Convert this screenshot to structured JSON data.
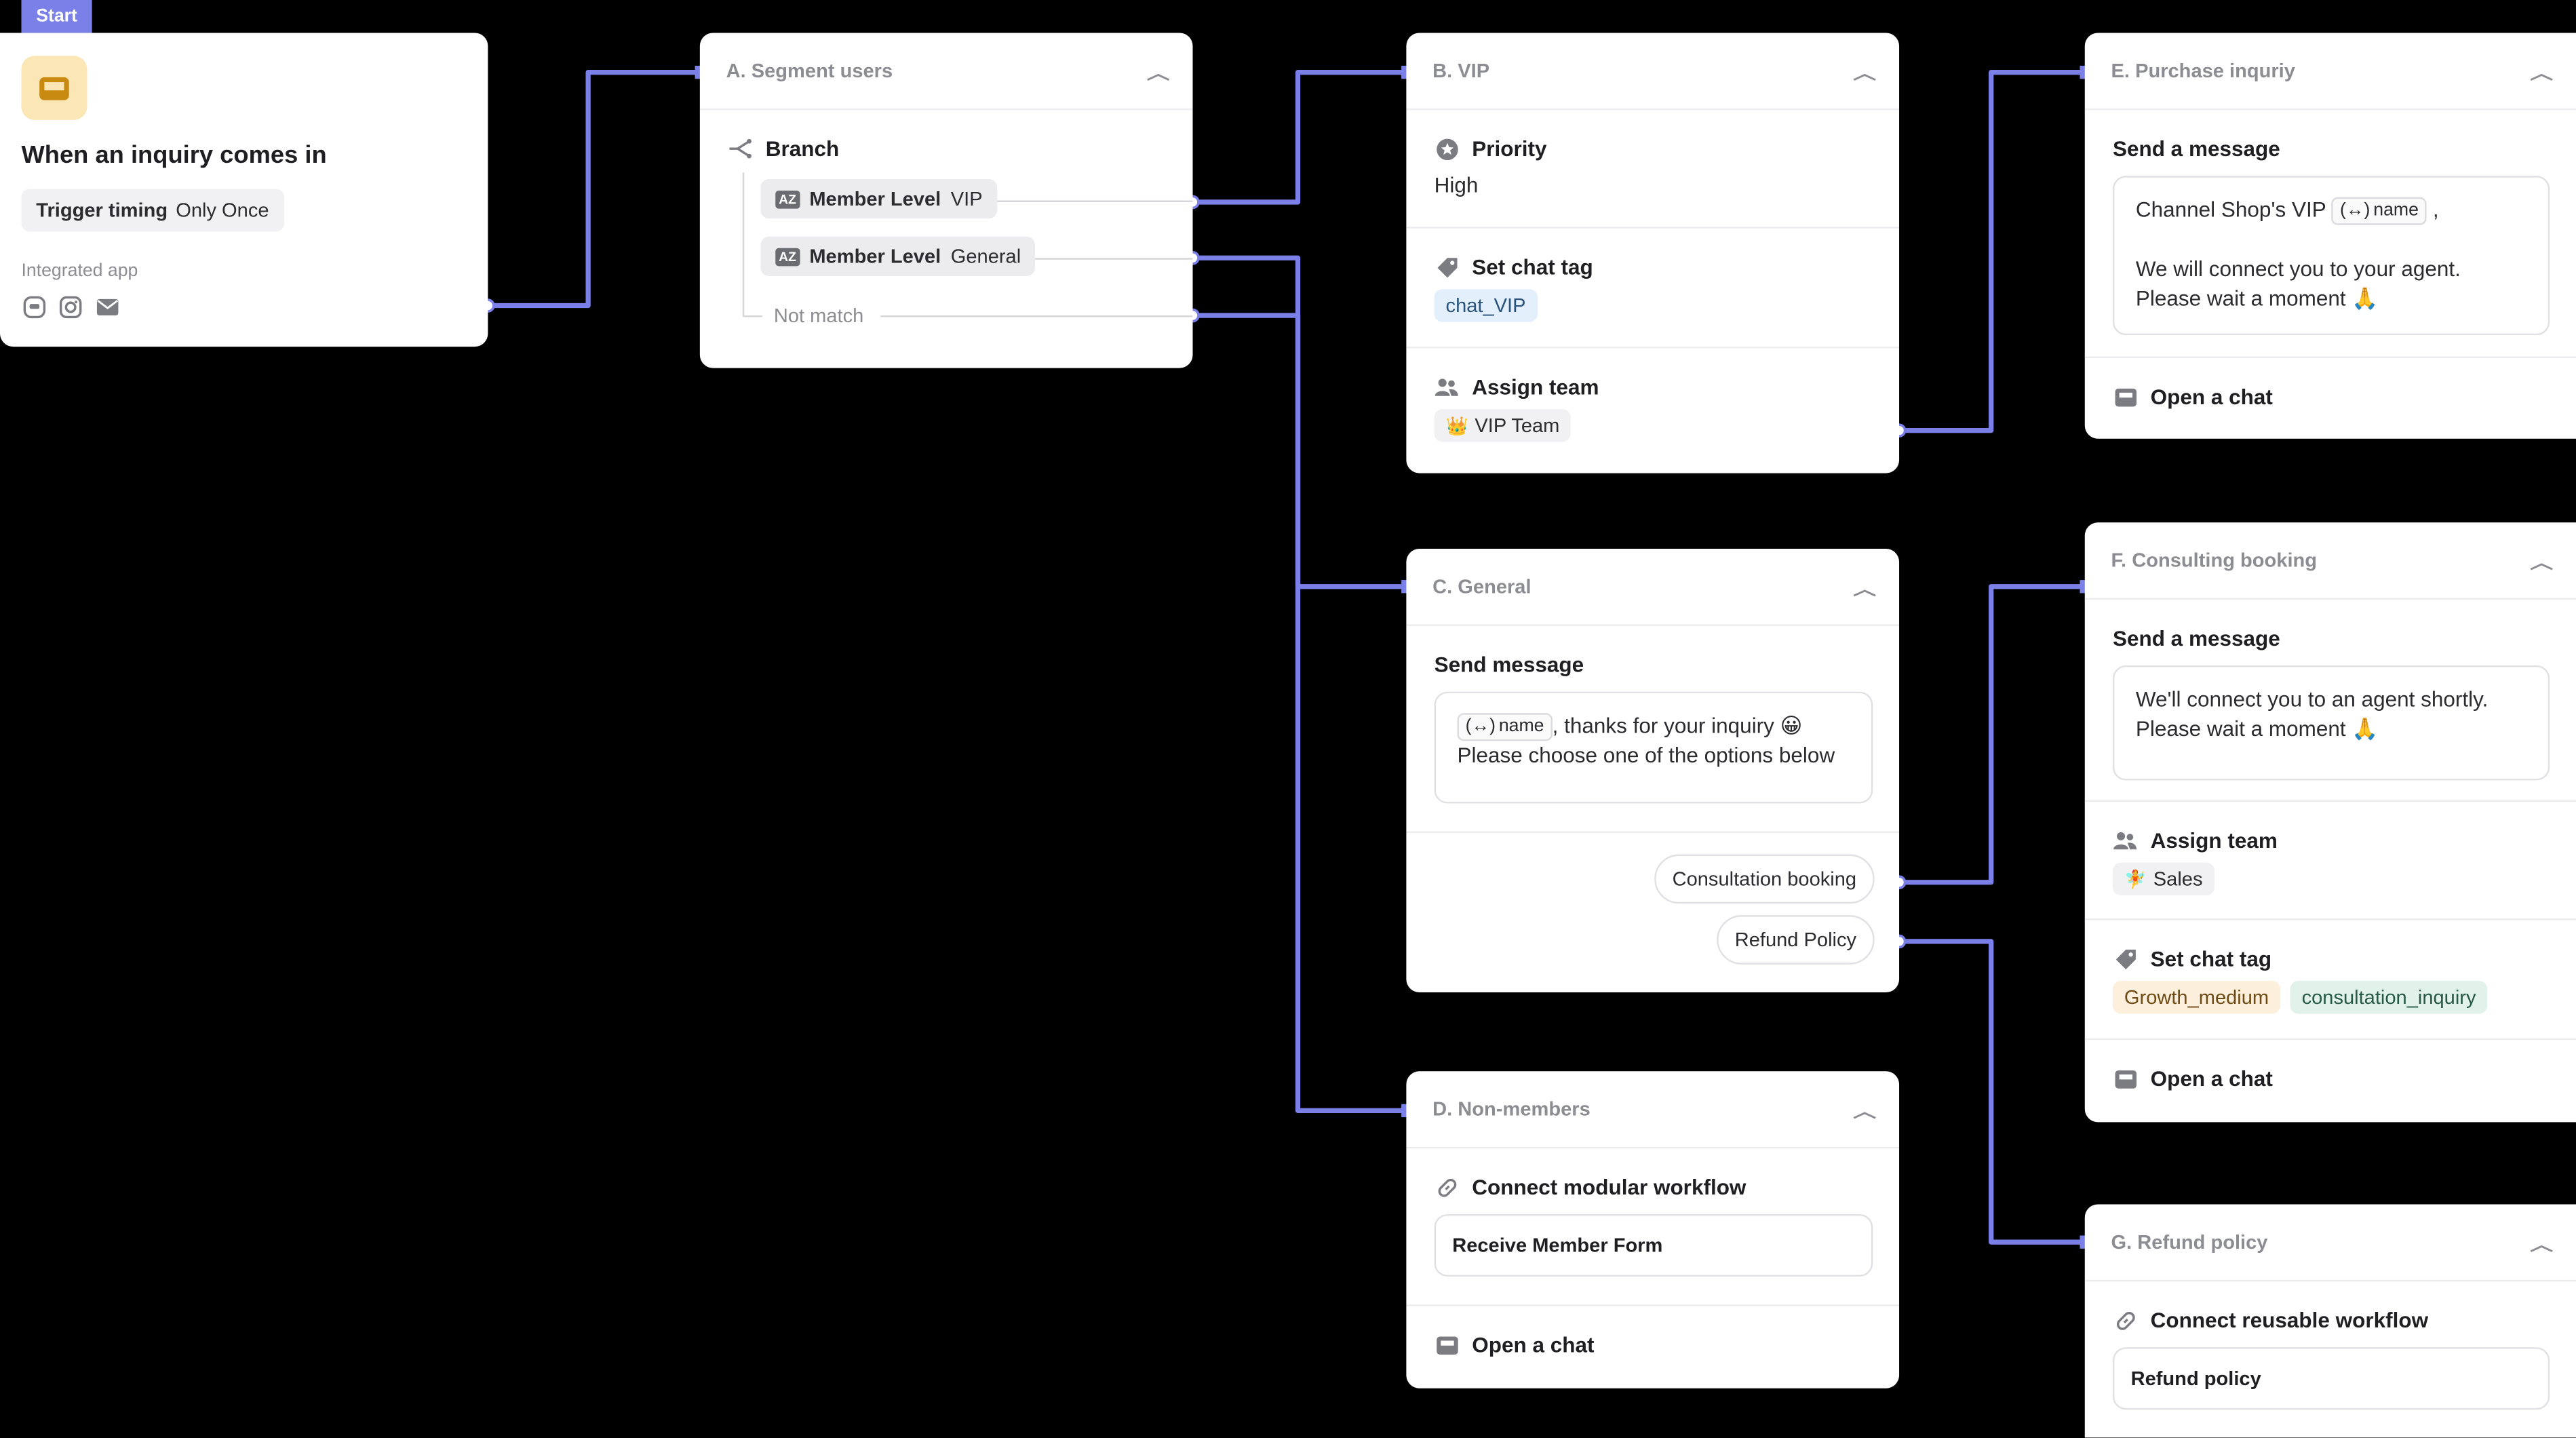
{
  "start": {
    "badge": "Start",
    "title": "When an inquiry comes in",
    "trigger_label": "Trigger timing",
    "trigger_value": "Only Once",
    "integrated_label": "Integrated app",
    "apps": [
      "channel-app-icon",
      "instagram-icon",
      "email-icon"
    ]
  },
  "segment": {
    "header": "A. Segment users",
    "branch_label": "Branch",
    "rows": [
      {
        "key": "Member Level",
        "value": "VIP"
      },
      {
        "key": "Member Level",
        "value": "General"
      }
    ],
    "not_match": "Not match"
  },
  "vip": {
    "header": "B. VIP",
    "priority_label": "Priority",
    "priority_value": "High",
    "chat_tag_label": "Set chat tag",
    "chat_tag": "chat_VIP",
    "assign_label": "Assign team",
    "team": "VIP Team",
    "team_emoji": "👑"
  },
  "general": {
    "header": "C. General",
    "send_label": "Send message",
    "var_name": "name",
    "message_line1": ", thanks for your inquiry 😀",
    "message_line2": "Please choose one of the options below",
    "options": [
      "Consultation booking",
      "Refund Policy"
    ]
  },
  "nonmembers": {
    "header": "D. Non-members",
    "connect_label": "Connect modular workflow",
    "workflow": "Receive Member Form",
    "open_chat": "Open a chat"
  },
  "purchase": {
    "header": "E. Purchase inquriy",
    "send_label": "Send a message",
    "message_prefix": "Channel Shop's VIP",
    "var_name": "name",
    "message_suffix": ",",
    "message_line2": "We will connect you to your agent.",
    "message_line3": "Please wait a moment 🙏",
    "open_chat": "Open a chat"
  },
  "consulting": {
    "header": "F. Consulting booking",
    "send_label": "Send a message",
    "message_line1": "We'll connect you to an agent shortly.",
    "message_line2": "Please wait a moment 🙏",
    "assign_label": "Assign team",
    "team": "Sales",
    "team_emoji": "🧚",
    "chat_tag_label": "Set chat tag",
    "tags": [
      "Growth_medium",
      "consultation_inquiry"
    ],
    "open_chat": "Open a chat"
  },
  "refund": {
    "header": "G. Refund policy",
    "connect_label": "Connect reusable workflow",
    "workflow": "Refund policy"
  },
  "colors": {
    "connector": "#7b7fe8",
    "badge": "#7b7fe8",
    "background": "#000000"
  }
}
